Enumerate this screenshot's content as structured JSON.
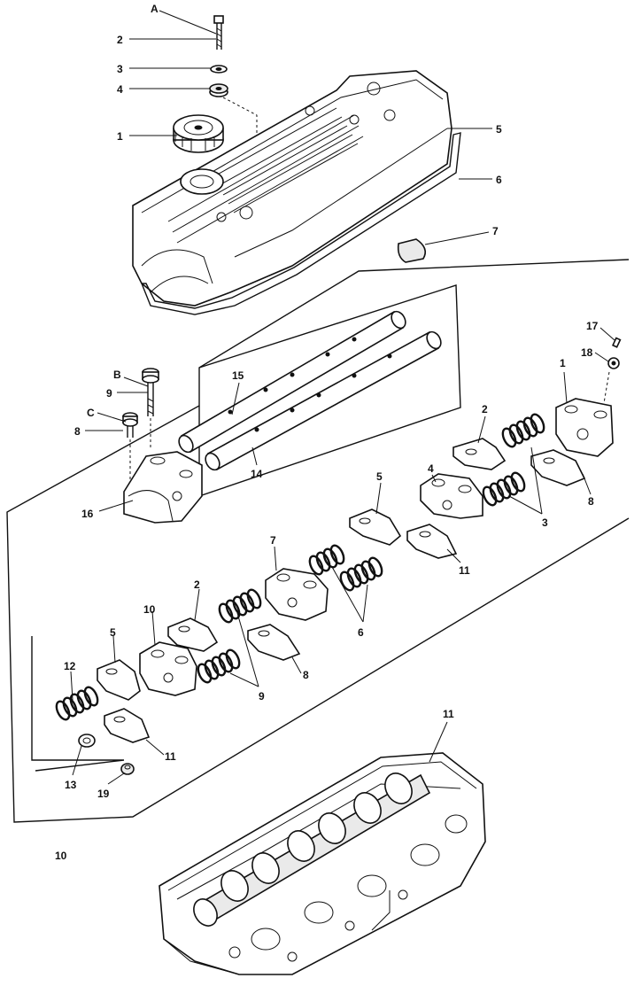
{
  "callouts": {
    "A": "A",
    "B": "B",
    "C": "C",
    "c1": "1",
    "c2": "2",
    "c3": "3",
    "c4": "4",
    "c5": "5",
    "c6": "6",
    "c7": "7",
    "r15": "15",
    "r14": "14",
    "r9": "9",
    "r8": "8",
    "r16": "16",
    "r1": "1",
    "r17": "17",
    "r18": "18",
    "r2": "2",
    "r3": "3",
    "r8b": "8",
    "r4": "4",
    "r5": "5",
    "r11": "11",
    "r7": "7",
    "r6": "6",
    "r2b": "2",
    "r10": "10",
    "r5b": "5",
    "r8c": "8",
    "r9b": "9",
    "r12": "12",
    "r11b": "11",
    "r13": "13",
    "r19": "19",
    "r11c": "11",
    "r10b": "10"
  }
}
